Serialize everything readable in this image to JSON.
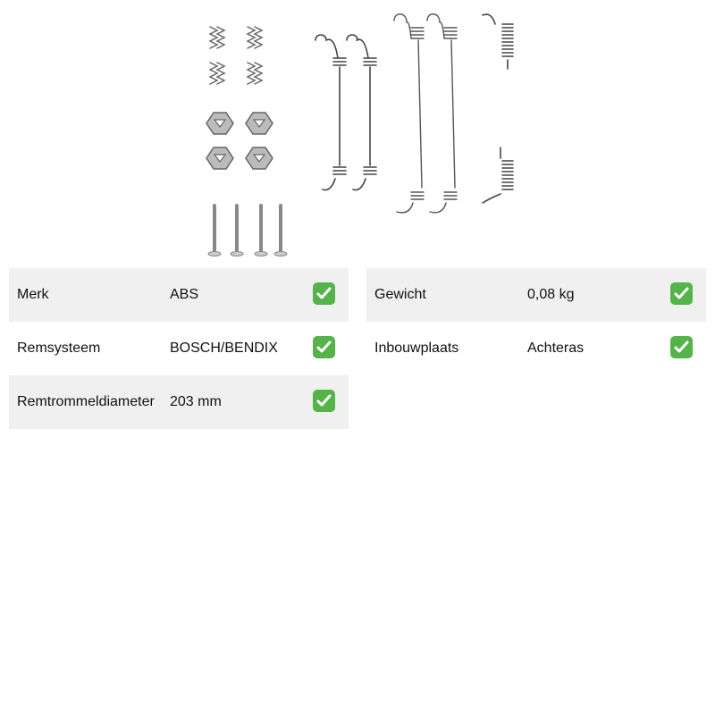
{
  "product": {
    "image_icon": "brake-shoe-fitting-kit-icon"
  },
  "specs_left": [
    {
      "label": "Merk",
      "value": "ABS"
    },
    {
      "label": "Remsysteem",
      "value": "BOSCH/BENDIX"
    },
    {
      "label": "Remtrommeldiameter",
      "value": "203 mm"
    }
  ],
  "specs_right": [
    {
      "label": "Gewicht",
      "value": "0,08 kg"
    },
    {
      "label": "Inbouwplaats",
      "value": "Achteras"
    }
  ],
  "colors": {
    "row_shade": "#f0f0f0",
    "check_green": "#55b34a"
  },
  "icons": {
    "check": "check-icon"
  }
}
